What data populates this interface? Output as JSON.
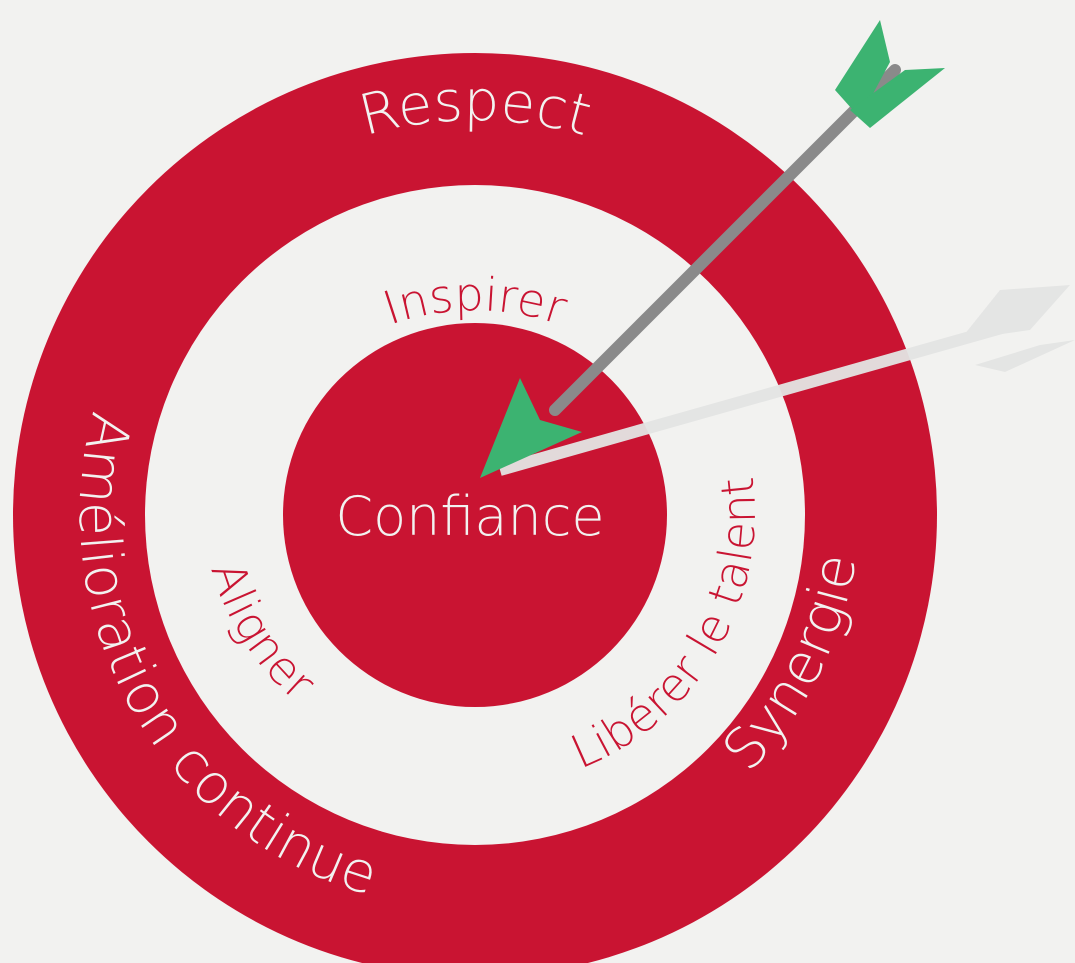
{
  "colors": {
    "background": "#f2f2f0",
    "red": "#c91432",
    "light": "#f2f2f0",
    "arrow_shaft": "#8a8a8a",
    "arrow_green": "#3cb371",
    "ghost_arrow": "#e4e5e4"
  },
  "outer_ring": {
    "top_label": "Respect",
    "left_label": "Amélioration continue",
    "right_label": "Synergie"
  },
  "middle_ring": {
    "top_label": "Inspirer",
    "left_label": "Aligner",
    "right_label": "Libérer le talent"
  },
  "center": {
    "label": "Confiance"
  },
  "arrows": [
    {
      "name": "green-arrow",
      "icon": "arrow-icon"
    },
    {
      "name": "ghost-arrow",
      "icon": "arrow-icon"
    }
  ]
}
